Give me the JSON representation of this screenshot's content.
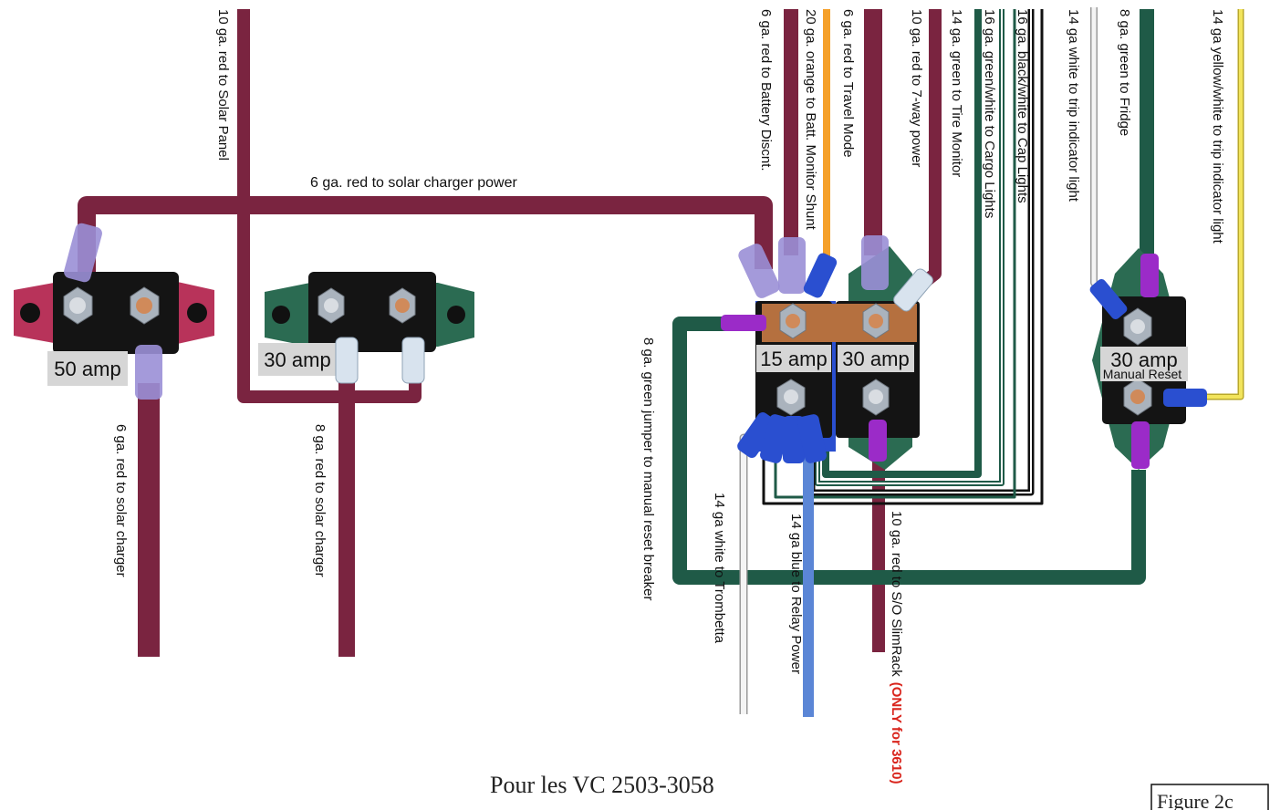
{
  "colors": {
    "red_wire": "#7a2440",
    "green_wire": "#1f5a47",
    "orange_wire": "#f5a02a",
    "blue_wire": "#5b86d6",
    "yellow_wire": "#f2e45c",
    "white_wire": "#f4f4f4",
    "black_wire": "#111111",
    "breaker_red": "#b8335a",
    "breaker_green": "#2b6b52",
    "busbar": "#b5703f",
    "terminal_purple": "#9a8fd6",
    "terminal_blue": "#2a4fd0",
    "terminal_magenta": "#9b2bc8",
    "terminal_clear": "#d8e3ee",
    "only_note": "#d9241c"
  },
  "breakers": {
    "b50": "50 amp",
    "b30a": "30 amp",
    "b15": "15 amp",
    "b30b": "30 amp",
    "b30c": "30 amp",
    "b30c_sub": "Manual Reset"
  },
  "labels": {
    "solar_panel": "10 ga. red to Solar Panel",
    "solar_charger_power": "6 ga. red to solar charger power",
    "red6_solar_charger": "6 ga. red to solar charger",
    "red8_solar_charger": "8 ga. red to solar charger",
    "battery_discnt": "6 ga. red to Battery Discnt.",
    "batt_monitor": "20 ga. orange to Batt. Monitor Shunt",
    "travel_mode": "6 ga. red to Travel Mode",
    "seven_way": "10 ga. red to 7-way power",
    "tire_monitor": "14 ga. green to Tire Monitor",
    "cargo_lights": "16 ga. green/white to Cargo Lights",
    "cap_lights": "16 ga. black/white to Cap Lights",
    "trip_white": "14 ga white to trip indicator light",
    "fridge": "8 ga. green to Fridge",
    "trip_yellow": "14 ga yellow/white to trip indicator light",
    "jumper": "8 ga. green jumper to manual reset breaker",
    "trombetta": "14 ga white to Trombetta",
    "relay_power": "14 ga blue to Relay Power",
    "slimrack": "10 ga. red to S/O SlimRack",
    "slimrack_note": "(ONLY for 3610)"
  },
  "caption": "Pour les VC 2503-3058",
  "figure": "Figure 2c"
}
